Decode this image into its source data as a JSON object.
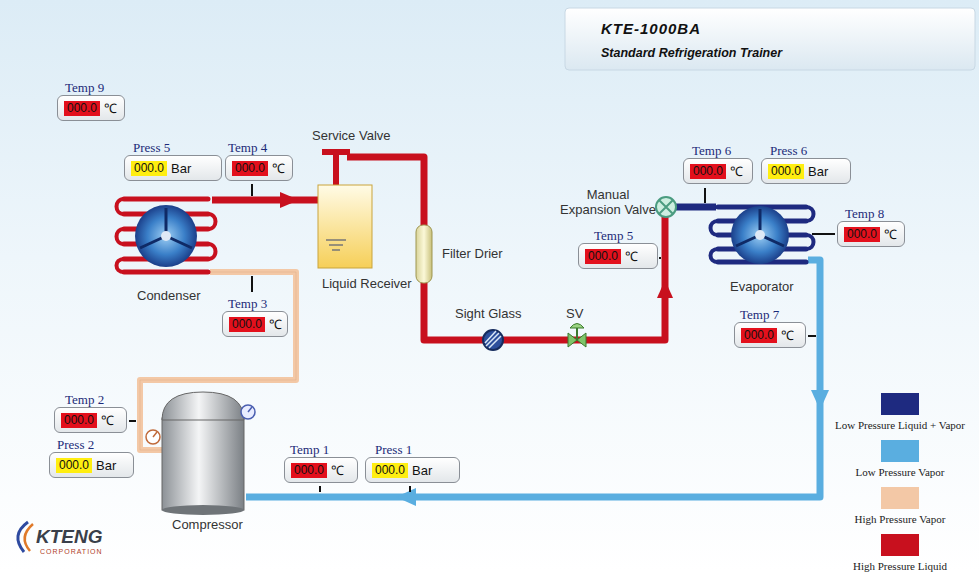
{
  "diagram": {
    "title": "KTE-1000BA",
    "nodes": [
      {
        "text": [
          "Temp 9",
          "000.0",
          "℃"
        ]
      },
      {
        "text": [
          "Press 5",
          "000.0",
          "Bar"
        ]
      },
      {
        "text": [
          "Temp 4",
          "000.0",
          "℃"
        ]
      },
      {
        "text": [
          "Temp 6",
          "000.0",
          "℃"
        ]
      },
      {
        "text": [
          "Press 6",
          "000.0",
          "Bar"
        ]
      },
      {
        "text": [
          "Temp 8",
          "000.0",
          "℃"
        ]
      },
      {
        "text": [
          "Temp 5",
          "000.0",
          "℃"
        ]
      },
      {
        "text": [
          "Temp 3",
          "000.0",
          "℃"
        ]
      },
      {
        "text": [
          "Temp 7",
          "000.0",
          "℃"
        ]
      },
      {
        "text": [
          "Temp 2",
          "000.0",
          "℃"
        ]
      },
      {
        "text": [
          "Press 2",
          "000.0",
          "Bar"
        ]
      },
      {
        "text": [
          "Temp 1",
          "000.0",
          "℃"
        ]
      },
      {
        "text": [
          "Press 1",
          "000.0",
          "Bar"
        ]
      }
    ],
    "labels": [
      "Standard Refrigeration Trainer",
      "Service Valve",
      "Condenser",
      "Liquid Receiver",
      "Filter Drier",
      "Sight Glass",
      "SV",
      "Manual Expansion Valve",
      "Evaporator",
      "Compressor",
      "KTENG",
      "CORPORATION"
    ],
    "legend": [
      {
        "text": "Low Pressure Liquid + Vapor",
        "color": "#1e2a80"
      },
      {
        "text": "Low Pressure Vapor",
        "color": "#5aaee0"
      },
      {
        "text": "High Pressure Vapor",
        "color": "#f3c8a6"
      },
      {
        "text": "High Pressure Liquid",
        "color": "#c8101e"
      }
    ]
  }
}
